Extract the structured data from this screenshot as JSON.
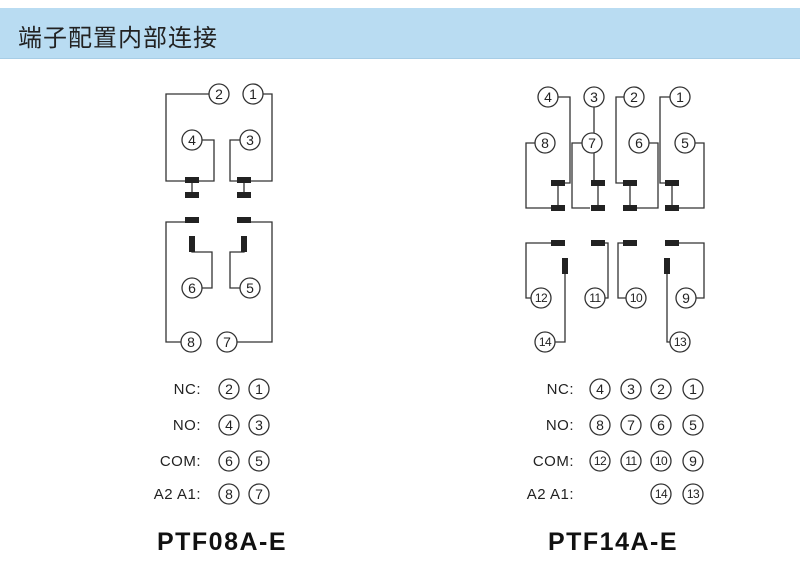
{
  "header": {
    "title": "端子配置内部连接"
  },
  "diagrams": [
    {
      "model": "PTF08A-E",
      "terminals": [
        "1",
        "2",
        "3",
        "4",
        "5",
        "6",
        "7",
        "8"
      ],
      "legend": [
        {
          "label": "NC:",
          "terminals": [
            "2",
            "1"
          ]
        },
        {
          "label": "NO:",
          "terminals": [
            "4",
            "3"
          ]
        },
        {
          "label": "COM:",
          "terminals": [
            "6",
            "5"
          ]
        },
        {
          "label": "A2 A1:",
          "terminals": [
            "8",
            "7"
          ]
        }
      ]
    },
    {
      "model": "PTF14A-E",
      "terminals": [
        "1",
        "2",
        "3",
        "4",
        "5",
        "6",
        "7",
        "8",
        "9",
        "10",
        "11",
        "12",
        "13",
        "14"
      ],
      "legend": [
        {
          "label": "NC:",
          "terminals": [
            "4",
            "3",
            "2",
            "1"
          ]
        },
        {
          "label": "NO:",
          "terminals": [
            "8",
            "7",
            "6",
            "5"
          ]
        },
        {
          "label": "COM:",
          "terminals": [
            "12",
            "11",
            "10",
            "9"
          ]
        },
        {
          "label": "A2 A1:",
          "terminals": [
            "14",
            "13"
          ]
        }
      ]
    }
  ]
}
